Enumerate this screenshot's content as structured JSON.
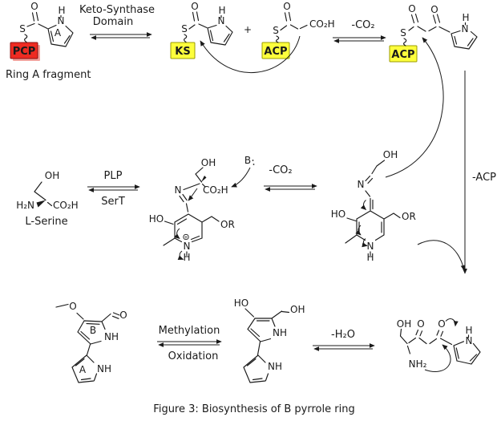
{
  "colors": {
    "ink": "#1a1a1a",
    "red_box": "#ee2b22",
    "red_box_shadow": "#f2a39e",
    "yellow_box": "#fdff3c",
    "magenta": "#d93ed9",
    "blue": "#3434d8"
  },
  "labels": {
    "pcp": "PCP",
    "ks": "KS",
    "acp": "ACP",
    "ring_a_fragment": "Ring A fragment",
    "keto_synthase_1": "Keto-Synthase",
    "keto_synthase_2": "Domain",
    "plus": "+",
    "plus_charge": "+",
    "minus_co2": "-CO₂",
    "minus_acp": "-ACP",
    "minus_h2o": "-H₂O",
    "plp": "PLP",
    "sert": "SerT",
    "l_serine": "L-Serine",
    "methylation": "Methylation",
    "oxidation": "Oxidation",
    "base_b": "B",
    "ring_a": "A",
    "ring_b": "B",
    "s": "S",
    "o": "O",
    "n": "N",
    "h": "H",
    "oh": "OH",
    "ho": "HO",
    "or": "OR",
    "nh": "NH",
    "h2n": "H₂N",
    "nh2": "NH₂",
    "co2h": "CO₂H"
  },
  "caption": "Figure 3: Biosynthesis of B pyrrole ring"
}
